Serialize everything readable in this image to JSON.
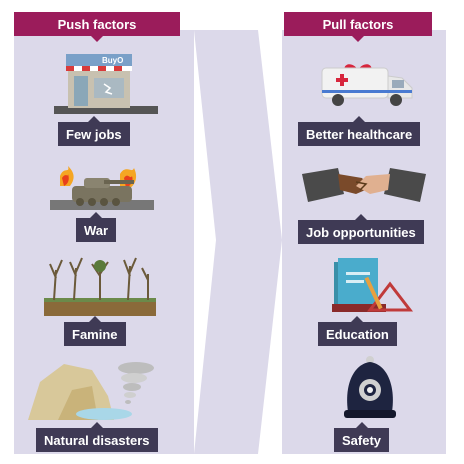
{
  "push": {
    "header": "Push factors",
    "items": [
      {
        "label": "Few jobs",
        "icon": "closed-shop-icon",
        "sign": "BuyO"
      },
      {
        "label": "War",
        "icon": "burning-tank-icon"
      },
      {
        "label": "Famine",
        "icon": "dead-trees-icon"
      },
      {
        "label": "Natural disasters",
        "icon": "tornado-landslide-icon"
      }
    ]
  },
  "pull": {
    "header": "Pull factors",
    "items": [
      {
        "label": "Better healthcare",
        "icon": "ambulance-icon"
      },
      {
        "label": "Job opportunities",
        "icon": "handshake-icon"
      },
      {
        "label": "Education",
        "icon": "books-icon"
      },
      {
        "label": "Safety",
        "icon": "police-helmet-icon"
      }
    ]
  },
  "colors": {
    "header": "#9b1c5b",
    "label": "#3f3a55",
    "panel": "#dcd9ea"
  }
}
